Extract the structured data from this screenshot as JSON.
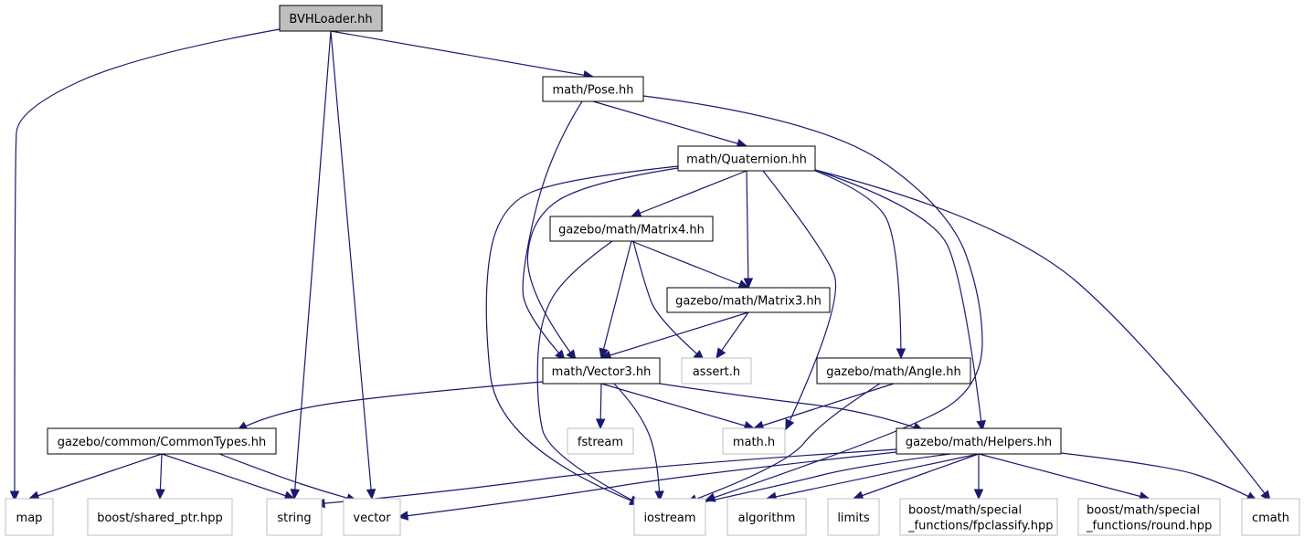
{
  "colors": {
    "edge": "#191970",
    "root_fill": "#bfbfbf",
    "node_border": "#000000",
    "external_border": "#bfbfbf",
    "text": "#000000"
  },
  "nodes": [
    {
      "id": "bvhloader",
      "label": "BVHLoader.hh",
      "kind": "root"
    },
    {
      "id": "pose",
      "label": "math/Pose.hh",
      "kind": "local"
    },
    {
      "id": "quaternion",
      "label": "math/Quaternion.hh",
      "kind": "local"
    },
    {
      "id": "matrix4",
      "label": "gazebo/math/Matrix4.hh",
      "kind": "local"
    },
    {
      "id": "matrix3",
      "label": "gazebo/math/Matrix3.hh",
      "kind": "local"
    },
    {
      "id": "vector3",
      "label": "math/Vector3.hh",
      "kind": "local"
    },
    {
      "id": "angle",
      "label": "gazebo/math/Angle.hh",
      "kind": "local"
    },
    {
      "id": "commontypes",
      "label": "gazebo/common/CommonTypes.hh",
      "kind": "local"
    },
    {
      "id": "helpers",
      "label": "gazebo/math/Helpers.hh",
      "kind": "local"
    },
    {
      "id": "assert",
      "label": "assert.h",
      "kind": "external"
    },
    {
      "id": "fstream",
      "label": "fstream",
      "kind": "external"
    },
    {
      "id": "mathh",
      "label": "math.h",
      "kind": "external"
    },
    {
      "id": "map",
      "label": "map",
      "kind": "external"
    },
    {
      "id": "sharedptr",
      "label": "boost/shared_ptr.hpp",
      "kind": "external"
    },
    {
      "id": "string",
      "label": "string",
      "kind": "external"
    },
    {
      "id": "vector",
      "label": "vector",
      "kind": "external"
    },
    {
      "id": "iostream",
      "label": "iostream",
      "kind": "external"
    },
    {
      "id": "algorithm",
      "label": "algorithm",
      "kind": "external"
    },
    {
      "id": "limits",
      "label": "limits",
      "kind": "external"
    },
    {
      "id": "fpclassify",
      "label": "boost/math/special\n_functions/fpclassify.hpp",
      "kind": "external"
    },
    {
      "id": "round",
      "label": "boost/math/special\n_functions/round.hpp",
      "kind": "external"
    },
    {
      "id": "cmath",
      "label": "cmath",
      "kind": "external"
    }
  ],
  "edges": [
    {
      "from": "bvhloader",
      "to": "map"
    },
    {
      "from": "bvhloader",
      "to": "string"
    },
    {
      "from": "bvhloader",
      "to": "vector"
    },
    {
      "from": "bvhloader",
      "to": "pose"
    },
    {
      "from": "pose",
      "to": "quaternion"
    },
    {
      "from": "pose",
      "to": "vector3"
    },
    {
      "from": "pose",
      "to": "iostream"
    },
    {
      "from": "quaternion",
      "to": "matrix4"
    },
    {
      "from": "quaternion",
      "to": "matrix3"
    },
    {
      "from": "quaternion",
      "to": "vector3"
    },
    {
      "from": "quaternion",
      "to": "iostream"
    },
    {
      "from": "quaternion",
      "to": "mathh"
    },
    {
      "from": "quaternion",
      "to": "angle"
    },
    {
      "from": "quaternion",
      "to": "helpers"
    },
    {
      "from": "quaternion",
      "to": "cmath"
    },
    {
      "from": "matrix4",
      "to": "matrix3"
    },
    {
      "from": "matrix4",
      "to": "vector3"
    },
    {
      "from": "matrix4",
      "to": "assert"
    },
    {
      "from": "matrix4",
      "to": "iostream"
    },
    {
      "from": "matrix3",
      "to": "vector3"
    },
    {
      "from": "matrix3",
      "to": "assert"
    },
    {
      "from": "vector3",
      "to": "commontypes"
    },
    {
      "from": "vector3",
      "to": "fstream"
    },
    {
      "from": "vector3",
      "to": "mathh"
    },
    {
      "from": "vector3",
      "to": "helpers"
    },
    {
      "from": "vector3",
      "to": "iostream"
    },
    {
      "from": "angle",
      "to": "mathh"
    },
    {
      "from": "angle",
      "to": "iostream"
    },
    {
      "from": "commontypes",
      "to": "map"
    },
    {
      "from": "commontypes",
      "to": "sharedptr"
    },
    {
      "from": "commontypes",
      "to": "string"
    },
    {
      "from": "commontypes",
      "to": "vector"
    },
    {
      "from": "helpers",
      "to": "string"
    },
    {
      "from": "helpers",
      "to": "vector"
    },
    {
      "from": "helpers",
      "to": "iostream"
    },
    {
      "from": "helpers",
      "to": "algorithm"
    },
    {
      "from": "helpers",
      "to": "limits"
    },
    {
      "from": "helpers",
      "to": "fpclassify"
    },
    {
      "from": "helpers",
      "to": "round"
    },
    {
      "from": "helpers",
      "to": "cmath"
    }
  ]
}
